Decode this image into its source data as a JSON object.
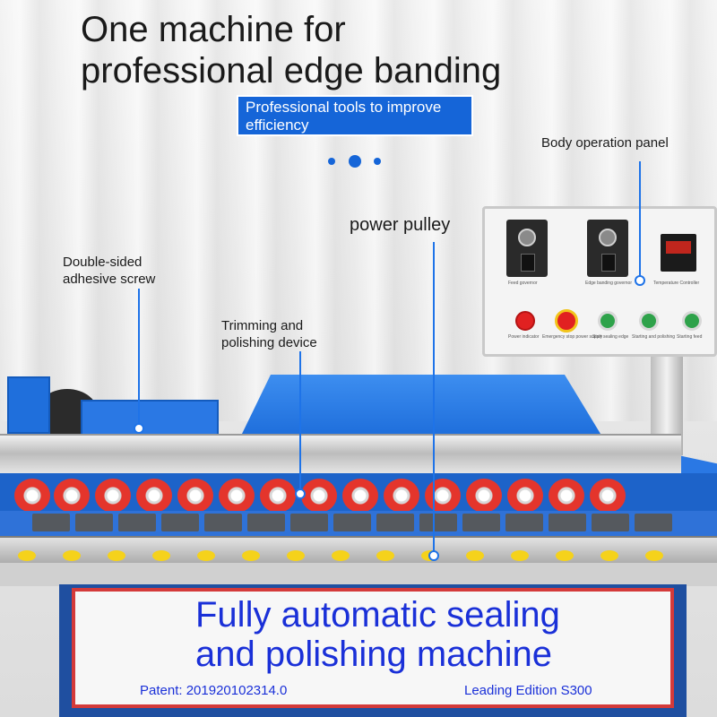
{
  "headline": {
    "line1": "One machine for",
    "line2": "professional edge banding"
  },
  "banner": {
    "line1": "Professional tools to improve",
    "line2": "efficiency"
  },
  "callouts": {
    "body_panel": "Body operation panel",
    "power_pulley": "power pulley",
    "adhesive_screw_line1": "Double-sided",
    "adhesive_screw_line2": "adhesive screw",
    "trimming_line1": "Trimming and",
    "trimming_line2": "polishing device"
  },
  "panel": {
    "feed_governor": "Feed governor",
    "edge_banding_governor": "Edge banding governor",
    "temperature_controller": "Temperature Controller",
    "power_indicator": "Power indicator",
    "emergency_stop": "Emergency stop power supply",
    "start_sealing": "Start sealing edge",
    "start_polishing": "Starting and polishing",
    "start_feed": "Starting feed"
  },
  "nameplate": {
    "title_line1": "Fully automatic sealing",
    "title_line2": "and polishing machine",
    "patent": "Patent: 201920102314.0",
    "edition": "Leading Edition S300"
  },
  "colors": {
    "accent_blue": "#1565d8",
    "leader_blue": "#1e73e8",
    "nameplate_text": "#1a30d8",
    "roller_red": "#e4352c",
    "machine_blue": "#1f6fdc"
  }
}
